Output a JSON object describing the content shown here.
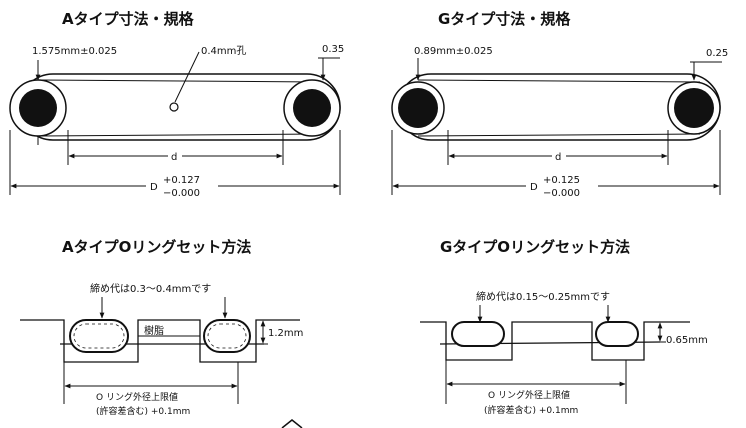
{
  "panels": {
    "a_spec": {
      "title": "Aタイプ寸法・規格",
      "dim_cross_section": "1.575mm±0.025",
      "dim_hole": "0.4mm孔",
      "dim_right": "0.35",
      "dim_inner": "d",
      "dim_outer_symbol": "D",
      "dim_outer_plus": "+0.127",
      "dim_outer_minus": "−0.000"
    },
    "g_spec": {
      "title": "Gタイプ寸法・規格",
      "dim_cross_section": "0.89mm±0.025",
      "dim_right": "0.25",
      "dim_inner": "d",
      "dim_outer_symbol": "D",
      "dim_outer_plus": "+0.125",
      "dim_outer_minus": "−0.000"
    },
    "a_set": {
      "title": "AタイプOリングセット方法",
      "crush_note": "締め代は0.3〜0.4mmです",
      "resin_label": "樹脂",
      "height_label": "1.2mm",
      "limit_line1": "O リング外径上限値",
      "limit_line2": "(許容差含む) +0.1mm"
    },
    "g_set": {
      "title": "GタイプOリングセット方法",
      "crush_note": "締め代は0.15〜0.25mmです",
      "height_label": "0.65mm",
      "limit_line1": "O リング外径上限値",
      "limit_line2": "(許容差含む) +0.1mm"
    }
  }
}
